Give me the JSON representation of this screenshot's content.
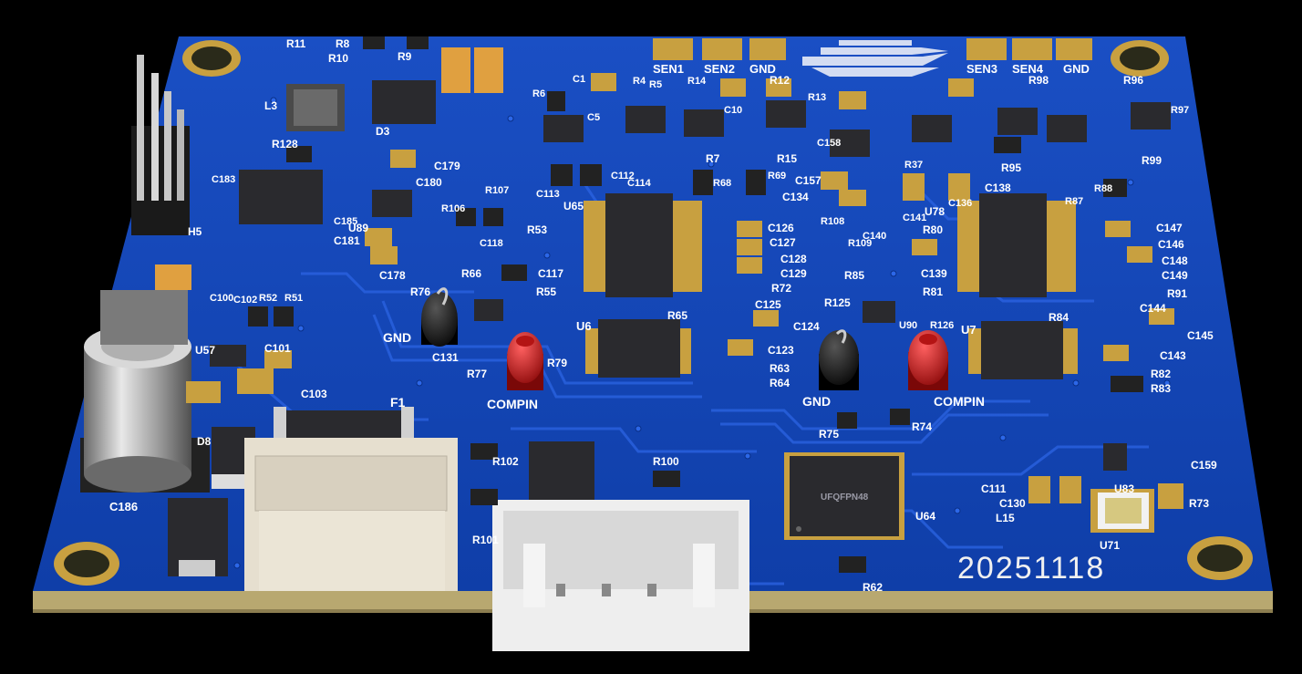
{
  "board": {
    "date_code": "20251118",
    "colors": {
      "solder_mask": "#1145b8",
      "solder_mask_dark": "#0a2f86",
      "trace": "#1a56d6",
      "silkscreen": "#ffffff",
      "pad": "#c8a040",
      "substrate_edge": "#b8a870",
      "ic_body": "#2a2a2e",
      "connector": "#e8e0d0",
      "test_point_black": "#111111",
      "test_point_red": "#c01818"
    },
    "labels": {
      "sen1": "SEN1",
      "sen2": "SEN2",
      "gnd_top_left": "GND",
      "sen3": "SEN3",
      "sen4": "SEN4",
      "gnd_top_right": "GND",
      "tp_gnd_left": "GND",
      "tp_compin_left": "COMPIN",
      "tp_gnd_right": "GND",
      "tp_compin_right": "COMPIN",
      "f1": "F1",
      "h5": "H5",
      "c186": "C186",
      "d8": "D8",
      "u57": "U57",
      "u64": "U64",
      "u64_marking": "UFQFPN48",
      "u71": "U71",
      "u83": "U83",
      "u65": "U65",
      "u78": "U78",
      "u7": "U7",
      "u6": "U6",
      "l3": "L3",
      "l15": "L15",
      "d3": "D3",
      "r62": "R62",
      "r73": "R73",
      "r74": "R74",
      "r75": "R75",
      "r77": "R77",
      "r79": "R79",
      "r100": "R100",
      "r101": "R101",
      "r102": "R102",
      "c159": "C159",
      "c111": "C111",
      "c130": "C130",
      "c131": "C131",
      "c101": "C101",
      "c103": "C103",
      "c100": "C100",
      "c102": "C102",
      "r52": "R52",
      "r51": "R51",
      "r76": "R76",
      "r66": "R66",
      "r55": "R55",
      "r53": "R53",
      "c117": "C117",
      "c118": "C118",
      "c178": "C178",
      "c179": "C179",
      "c180": "C180",
      "c181": "C181",
      "c183": "C183",
      "c185": "C185",
      "u89": "U89",
      "r106": "R106",
      "r107": "R107",
      "r128": "R128",
      "r11": "R11",
      "r8": "R8",
      "r10": "R10",
      "r9": "R9",
      "r6": "R6",
      "r4": "R4",
      "r5": "R5",
      "r14": "R14",
      "r12": "R12",
      "r13": "R13",
      "r7": "R7",
      "r15": "R15",
      "r69": "R69",
      "r68": "R68",
      "c10": "C10",
      "c5": "C5",
      "c1": "C1",
      "c112": "C112",
      "c113": "C113",
      "c114": "C114",
      "c158": "C158",
      "c157": "C157",
      "c134": "C134",
      "c126": "C126",
      "c127": "C127",
      "c128": "C128",
      "c129": "C129",
      "r72": "R72",
      "r108": "R108",
      "r109": "R109",
      "c140": "C140",
      "r85": "R85",
      "r125": "R125",
      "c125": "C125",
      "c124": "C124",
      "c123": "C123",
      "r63": "R63",
      "r64": "R64",
      "r65": "R65",
      "r126": "R126",
      "u90": "U90",
      "r80": "R80",
      "c139": "C139",
      "r81": "R81",
      "c141": "C141",
      "c136": "C136",
      "c138": "C138",
      "r37": "R37",
      "r95": "R95",
      "r87": "R87",
      "r88": "R88",
      "r99": "R99",
      "r96": "R96",
      "r97": "R97",
      "r98": "R98",
      "r84": "R84",
      "r91": "R91",
      "r82": "R82",
      "r83": "R83",
      "c147": "C147",
      "c146": "C146",
      "c148": "C148",
      "c149": "C149",
      "c144": "C144",
      "c145": "C145",
      "c143": "C143"
    }
  }
}
